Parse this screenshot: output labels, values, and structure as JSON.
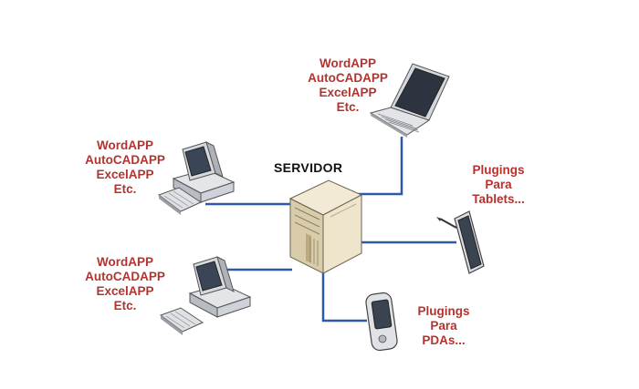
{
  "server": {
    "label": "SERVIDOR"
  },
  "laptop_apps": [
    "WordAPP",
    "AutoCADAPP",
    "ExcelAPP",
    "Etc."
  ],
  "desktop_top_apps": [
    "WordAPP",
    "AutoCADAPP",
    "ExcelAPP",
    "Etc."
  ],
  "desktop_bottom_apps": [
    "WordAPP",
    "AutoCADAPP",
    "ExcelAPP",
    "Etc."
  ],
  "tablets_note": [
    "Plugings",
    "Para",
    "Tablets..."
  ],
  "pdas_note": [
    "Plugings",
    "Para",
    "PDAs..."
  ],
  "colors": {
    "label_red": "#b5322e",
    "link_blue": "#2b5aa8",
    "server_beige": "#e8dcc0",
    "device_gray": "#c9ccd1"
  },
  "icons": [
    "server-icon",
    "laptop-icon",
    "desktop-computer-icon",
    "tablet-icon",
    "pda-icon"
  ]
}
